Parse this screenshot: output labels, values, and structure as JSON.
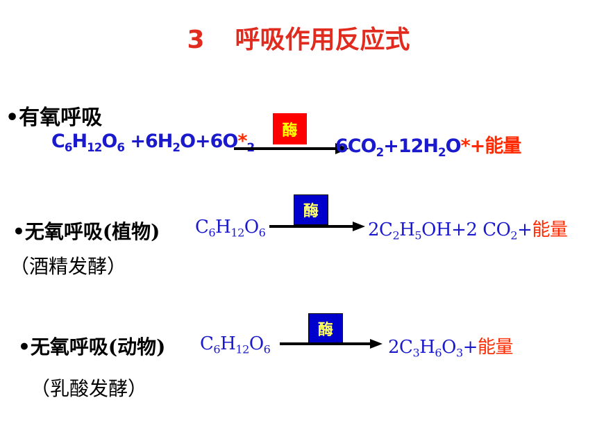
{
  "colors": {
    "title": "#e02b1e",
    "formula": "#1a1acc",
    "energy": "#ff2a00",
    "enzyme_red_bg": "#ff0000",
    "enzyme_red_text": "#ffff00",
    "enzyme_blue_bg": "#0000cc",
    "enzyme_blue_text": "#ffff66"
  },
  "title": {
    "number": "3",
    "text": "呼吸作用反应式"
  },
  "aerobic": {
    "heading": "•有氧呼吸",
    "enzyme": "酶",
    "reactant": {
      "c": "C",
      "c_n": "6",
      "h": "H",
      "h_n": "12",
      "o": "O",
      "o_n": "6",
      "plus_water": " +6H",
      "water_h_n": "2",
      "water_o": "O+6O",
      "star": "*",
      "o2_n": "2"
    },
    "product": {
      "co2": "6CO",
      "co2_n": "2",
      "water": "+12H",
      "water_h_n": "2",
      "water_o": "O",
      "star": "*",
      "plus": "+",
      "energy": "能量"
    }
  },
  "anaerobic_plant": {
    "label": "•无氧呼吸(植物)",
    "note": "（酒精发酵）",
    "enzyme": "酶",
    "reactant": {
      "c": "C",
      "c_n": "6",
      "h": "H",
      "h_n": "12",
      "o": "O",
      "o_n": "6"
    },
    "product": {
      "p1": "2C",
      "p1_n": "2",
      "p2": "H",
      "p2_n": "5",
      "p3": "OH+2 CO",
      "p3_n": "2",
      "plus": "+",
      "energy": "能量"
    }
  },
  "anaerobic_animal": {
    "label": "•无氧呼吸(动物)",
    "note": "（乳酸发酵）",
    "enzyme": "酶",
    "reactant": {
      "c": "C",
      "c_n": "6",
      "h": "H",
      "h_n": "12",
      "o": "O",
      "o_n": "6"
    },
    "product": {
      "p1": "2C",
      "p1_n": "3",
      "p2": "H",
      "p2_n": "6",
      "p3": "O",
      "p3_n": "3",
      "plus": "+",
      "energy": "能量"
    }
  }
}
